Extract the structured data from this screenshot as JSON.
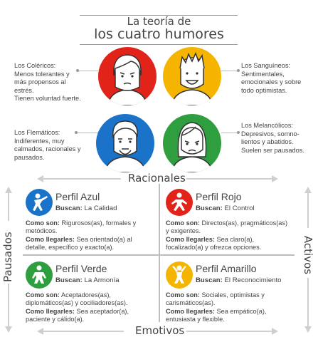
{
  "header": {
    "title_line1": "La teoría de",
    "title_line2": "los cuatro humores"
  },
  "humors": {
    "colericos": {
      "lines": [
        "Los Coléricos:",
        "Menos tolerantes y",
        "más propensos al",
        "estrés.",
        "Tienen voluntad fuerte."
      ],
      "color": "#e2231a"
    },
    "sanguineos": {
      "lines": [
        "Los Sanguíneos:",
        "Sentimentales,",
        "emocionales y sobre",
        "todo optimistas."
      ],
      "color": "#f4b400"
    },
    "flematicos": {
      "lines": [
        "Los Flemáticos:",
        "Indiferentes, muy",
        "calmados, racionales y",
        "pausados."
      ],
      "color": "#1a73c8"
    },
    "melancolicos": {
      "lines": [
        "Los Melancólicos:",
        "Depresivos, somno-",
        "lientos y abatidos.",
        "Suelen ser pausados."
      ],
      "color": "#2e9e3e"
    }
  },
  "axes": {
    "top": "Racionales",
    "bottom": "Emotivos",
    "left": "Pausados",
    "right": "Activos"
  },
  "profiles": {
    "azul": {
      "title": "Perfil Azul",
      "seek_label": "Buscan:",
      "seek_value": "La Calidad",
      "como_label": "Como son:",
      "como_lines": [
        " Rigurosos(as), formales y",
        "metódicos."
      ],
      "llegar_label": "Como llegarles:",
      "llegar_lines": [
        " Sea orientado(a) al",
        "detalle, específico y exacto(a)."
      ],
      "color": "#1a73c8"
    },
    "rojo": {
      "title": "Perfil Rojo",
      "seek_label": "Buscan:",
      "seek_value": "El Control",
      "como_label": "Como son:",
      "como_lines": [
        " Directos(as), pragmáticos(as)",
        "y exigentes."
      ],
      "llegar_label": "Como llegarles:",
      "llegar_lines": [
        " Sea claro(a),",
        "focalizado(a) y ofrezca opciones."
      ],
      "color": "#e2231a"
    },
    "verde": {
      "title": "Perfil Verde",
      "seek_label": "Buscan:",
      "seek_value": "La Armonía",
      "como_label": "Como son:",
      "como_lines": [
        " Aceptadores(as),",
        "diplomáticos(as) y cociliadores(as)."
      ],
      "llegar_label": "Como llegarles:",
      "llegar_lines": [
        " Sea aceptador(a),",
        "paciente y cálido(a)."
      ],
      "color": "#2e9e3e"
    },
    "amarillo": {
      "title": "Perfil Amarillo",
      "seek_label": "Buscan:",
      "seek_value": "El Reconocimiento",
      "como_label": "Como son:",
      "como_lines": [
        " Sociales, optimistas y",
        "carismáticos(as)."
      ],
      "llegar_label": "Como llegarles:",
      "llegar_lines": [
        " Sea empático(a),",
        "entusiasta y flexible."
      ],
      "color": "#f4b400"
    }
  }
}
